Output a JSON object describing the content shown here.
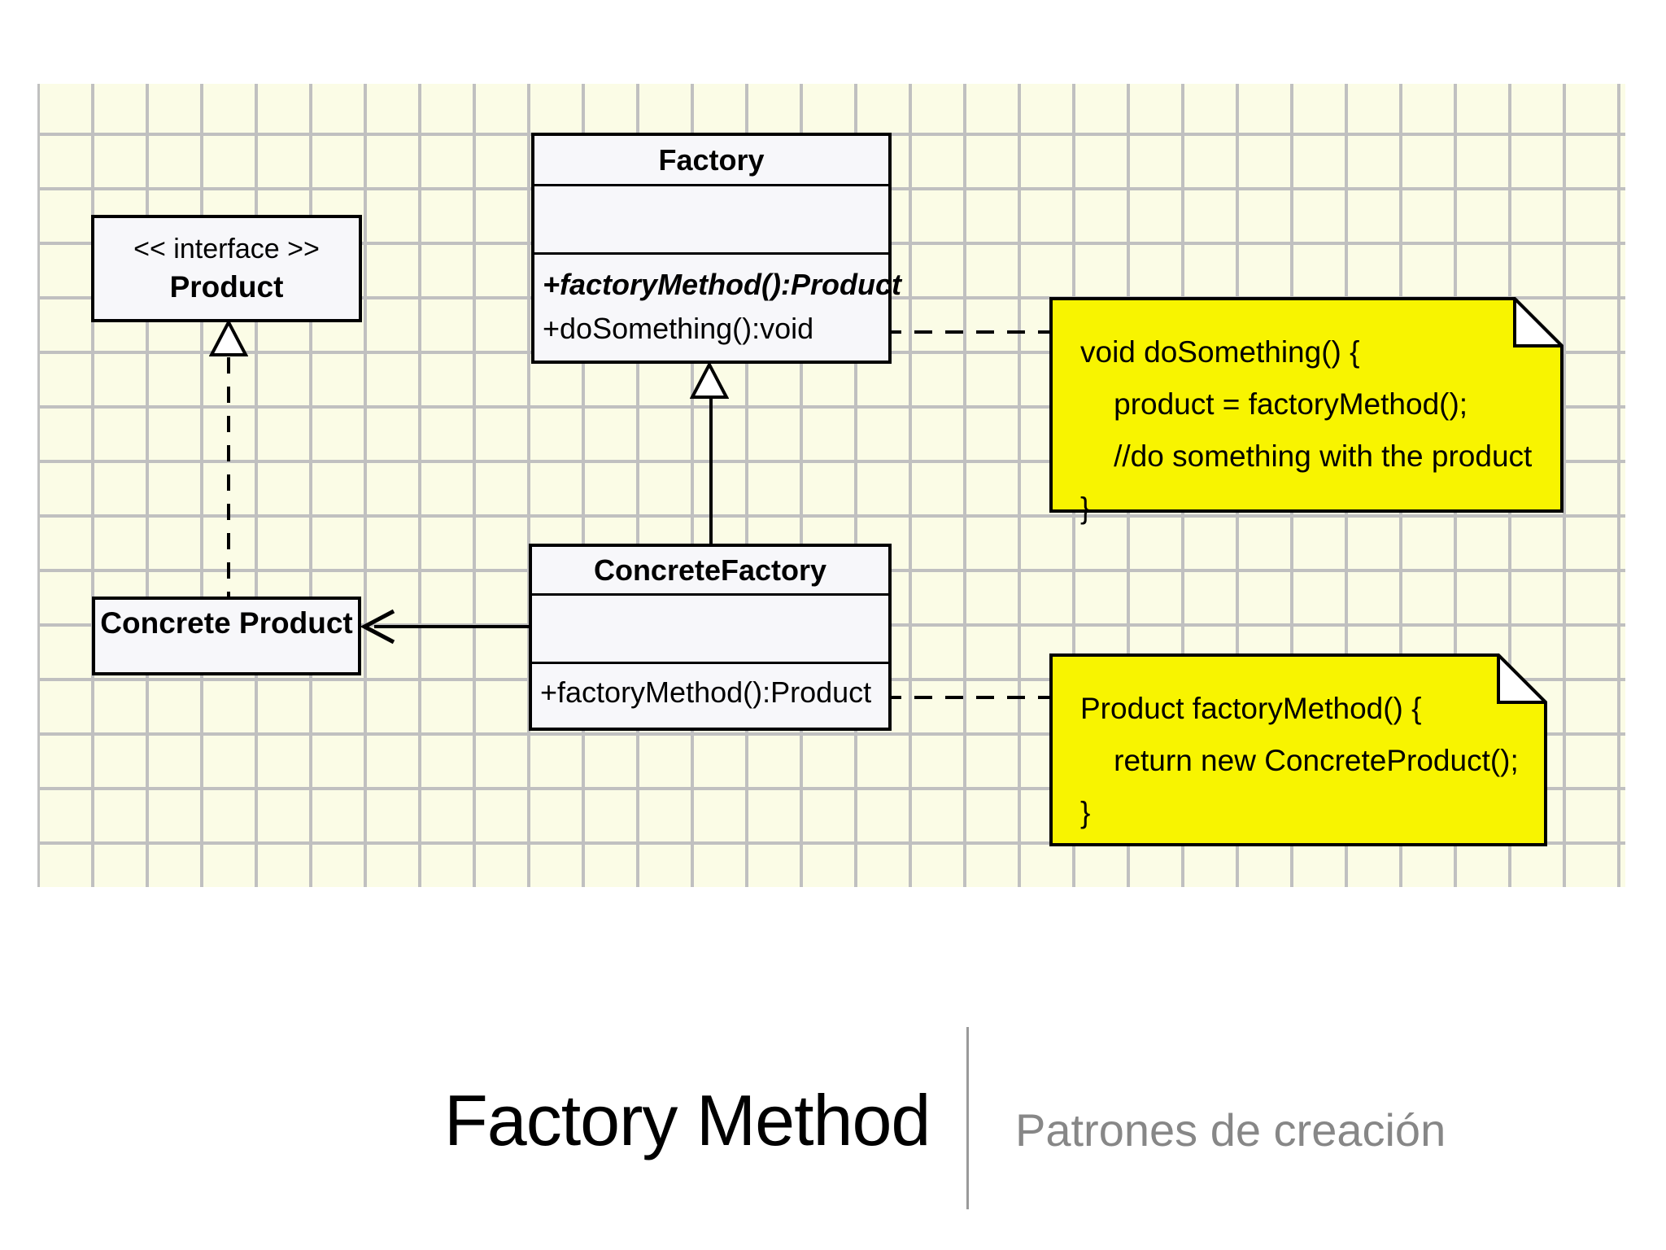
{
  "diagram": {
    "classes": {
      "factory": {
        "name": "Factory",
        "methods": [
          "+factoryMethod():Product",
          "+doSomething():void"
        ]
      },
      "concrete_factory": {
        "name": "ConcreteFactory",
        "methods": [
          "+factoryMethod():Product"
        ]
      },
      "product": {
        "stereotype": "<< interface >>",
        "name": "Product"
      },
      "concrete_product": {
        "name": "Concrete Product"
      }
    },
    "notes": {
      "do_something": {
        "lines": [
          "void doSomething() {",
          "    product = factoryMethod();",
          "    //do something with the product",
          "}"
        ]
      },
      "factory_method": {
        "lines": [
          "Product factoryMethod() {",
          "    return new ConcreteProduct();",
          "}"
        ]
      }
    },
    "colors": {
      "grid_bg": "#fbfce6",
      "grid_line": "#c0c0c0",
      "box_bg": "#f7f7fa",
      "note_bg": "#f8f400",
      "line": "#000000"
    }
  },
  "footer": {
    "title": "Factory Method",
    "subtitle": "Patrones de creación",
    "subtitle_color": "#878787"
  }
}
